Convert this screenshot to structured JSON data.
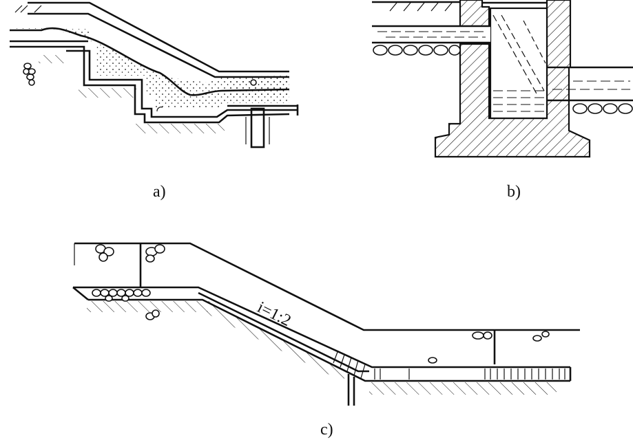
{
  "labels": {
    "a": "a)",
    "b": "b)",
    "c": "c)"
  },
  "annotations": {
    "slope_ratio": "i=1:2"
  }
}
